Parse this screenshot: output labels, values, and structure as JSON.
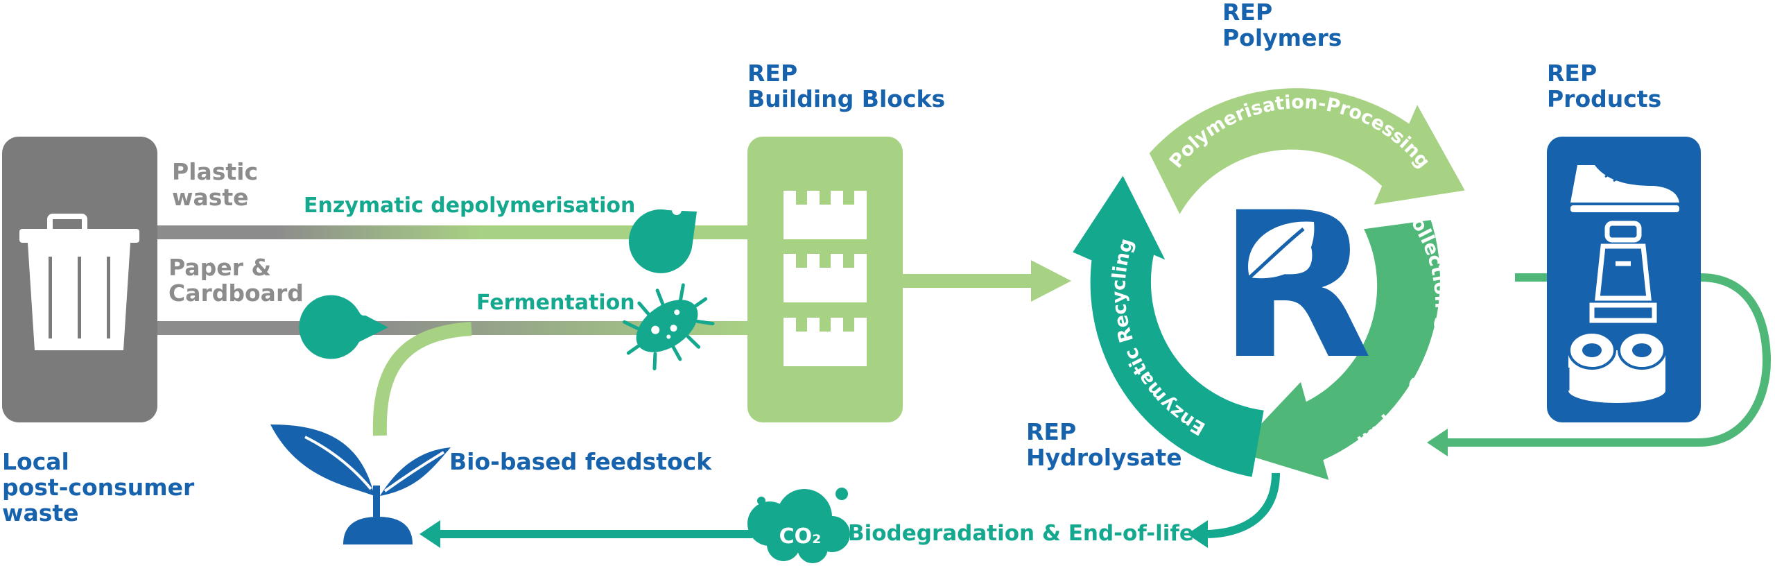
{
  "labels": {
    "local_waste": "Local\npost-consumer\nwaste",
    "plastic_waste": "Plastic\nwaste",
    "paper_cardboard": "Paper &\nCardboard",
    "enzymatic_depolymerisation": "Enzymatic depolymerisation",
    "fermentation": "Fermentation",
    "bio_based_feedstock": "Bio-based feedstock",
    "rep_building_blocks": "REP\nBuilding Blocks",
    "rep_polymers": "REP\nPolymers",
    "rep_products": "REP\nProducts",
    "rep_hydrolysate": "REP\nHydrolysate",
    "biodegradation": "Biodegradation & End-of-life",
    "co2": "CO₂",
    "cycle_top": "Polymerisation-Processing",
    "cycle_right": "Collection-Sorting-Repair",
    "cycle_left": "Enzymatic Recycling",
    "logo_letter": "R"
  },
  "colors": {
    "blue": "#1762ad",
    "gray": "#8c8c8c",
    "dark_gray": "#7b7b7b",
    "light_green": "#a8d283",
    "green": "#4fb878",
    "teal": "#14a88e"
  },
  "icons": {
    "bin": "trash-bin-icon",
    "pacman": "enzyme-pacman-icon",
    "bacteria": "bacteria-icon",
    "sprout": "sprout-icon",
    "leaf": "leaf-icon",
    "shoe": "shoe-icon",
    "seat": "car-seat-icon",
    "rolls": "tape-rolls-icon",
    "bricks": "building-block-icon"
  }
}
